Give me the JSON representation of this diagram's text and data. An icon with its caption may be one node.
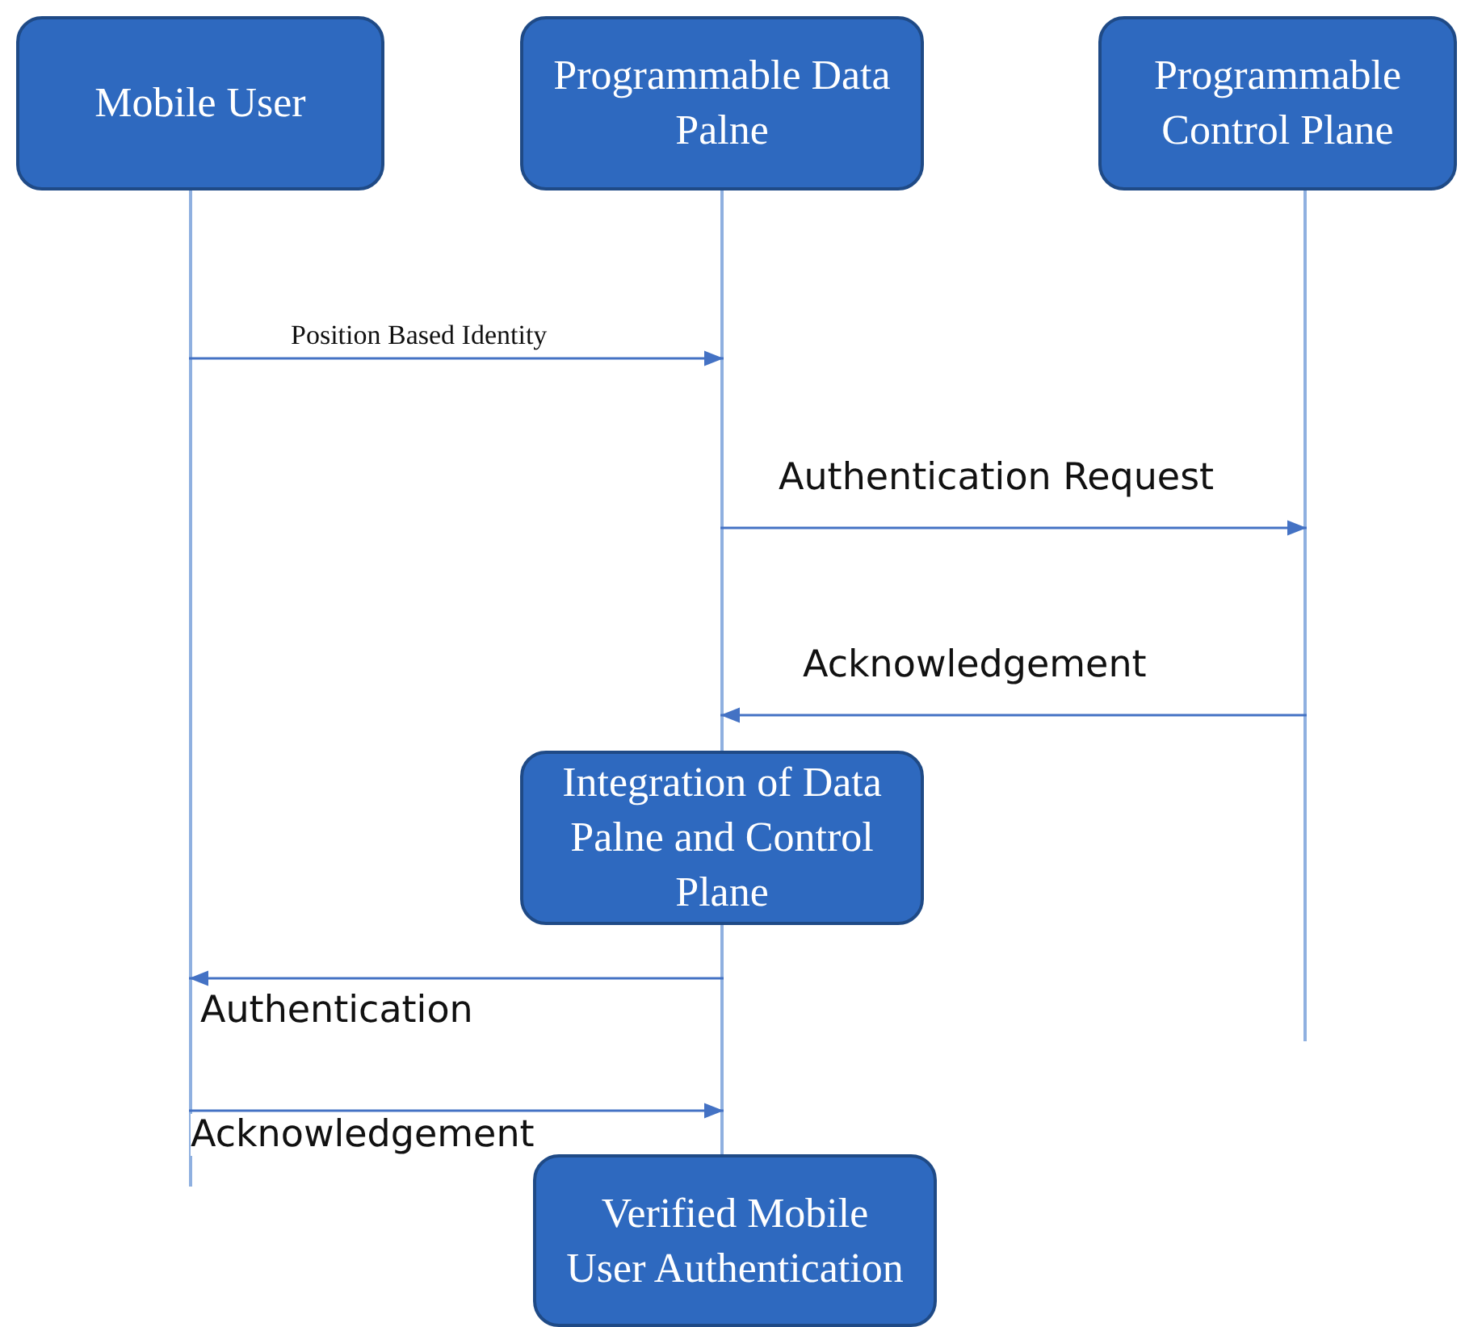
{
  "diagram": {
    "nodes": [
      {
        "text": [
          "Mobile User"
        ]
      },
      {
        "text": [
          "Programmable Data Palne"
        ]
      },
      {
        "text": [
          "Programmable Control Plane"
        ]
      },
      {
        "text": [
          "Integration of Data Palne and Control Plane"
        ]
      },
      {
        "text": [
          "Verified Mobile User Authentication"
        ]
      },
      {
        "text": [],
        "shape": "line"
      },
      {
        "text": [],
        "shape": "line"
      },
      {
        "text": [],
        "shape": "line"
      },
      {
        "text": [],
        "shape": "line"
      }
    ],
    "edges": [
      {
        "from": 5,
        "to": 6,
        "arrow": "to",
        "label": "Position Based Identity"
      },
      {
        "from": 6,
        "to": 7,
        "arrow": "to",
        "label": "Authentication Request"
      },
      {
        "from": 7,
        "to": 6,
        "arrow": "to",
        "label": "Acknowledgement"
      },
      {
        "from": 8,
        "to": 5,
        "arrow": "to",
        "label": "Authentication"
      },
      {
        "from": 5,
        "to": 8,
        "arrow": "to",
        "label": "Acknowledgement"
      }
    ]
  }
}
